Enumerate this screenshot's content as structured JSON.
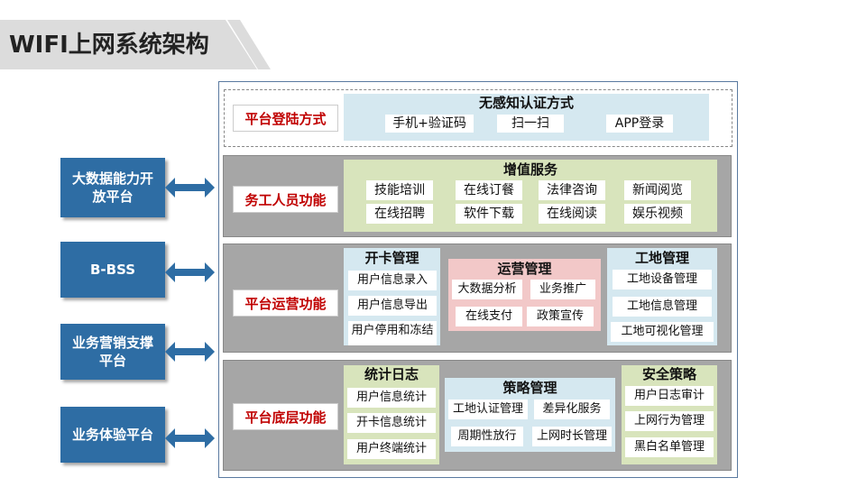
{
  "title": "WIFI上网系统架构",
  "left_platforms": [
    "大数据能力开放平台",
    "B-BSS",
    "业务营销支撑平台",
    "业务体验平台"
  ],
  "colors": {
    "side_blue": "#2e6da4",
    "label_red": "#c00000",
    "section_gray": "#a6a6a6",
    "light_blue": "#d5e8f0",
    "light_green": "#d8e4bc",
    "light_pink": "#f2c8c8",
    "frame_border": "#5a7aa0"
  },
  "login": {
    "label": "平台登陆方式",
    "group_title": "无感知认证方式",
    "items": [
      "手机+验证码",
      "扫一扫",
      "APP登录"
    ]
  },
  "worker": {
    "label": "务工人员功能",
    "group_title": "增值服务",
    "items": [
      "技能培训",
      "在线订餐",
      "法律咨询",
      "新闻阅览",
      "在线招聘",
      "软件下载",
      "在线阅读",
      "娱乐视频"
    ]
  },
  "ops": {
    "label": "平台运营功能",
    "card": {
      "title": "开卡管理",
      "items": [
        "用户信息录入",
        "用户信息导出",
        "用户停用和冻结"
      ]
    },
    "operation": {
      "title": "运营管理",
      "items": [
        "大数据分析",
        "业务推广",
        "在线支付",
        "政策宣传"
      ]
    },
    "site": {
      "title": "工地管理",
      "items": [
        "工地设备管理",
        "工地信息管理",
        "工地可视化管理"
      ]
    }
  },
  "base": {
    "label": "平台底层功能",
    "stats": {
      "title": "统计日志",
      "items": [
        "用户信息统计",
        "开卡信息统计",
        "用户终端统计"
      ]
    },
    "policy": {
      "title": "策略管理",
      "items": [
        "工地认证管理",
        "差异化服务",
        "周期性放行",
        "上网时长管理"
      ]
    },
    "security": {
      "title": "安全策略",
      "items": [
        "用户日志审计",
        "上网行为管理",
        "黑白名单管理"
      ]
    }
  }
}
